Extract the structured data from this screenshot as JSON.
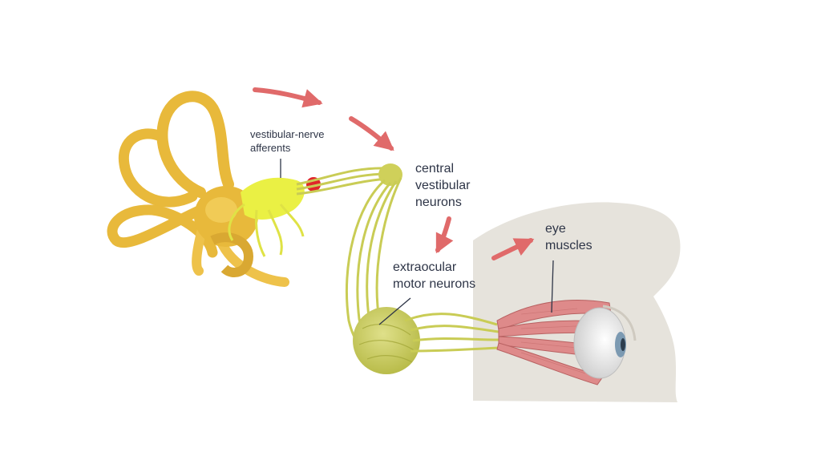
{
  "labels": {
    "vestibular_afferents": [
      "vestibular-nerve",
      "afferents"
    ],
    "central_neurons": [
      "central",
      "vestibular",
      "neurons"
    ],
    "motor_neurons": [
      "extraocular",
      "motor neurons"
    ],
    "eye_muscles": [
      "eye",
      "muscles"
    ]
  },
  "colors": {
    "labyrinth": "#e8b93b",
    "labyrinth_light": "#f2cf5e",
    "nerve": "#c9cc55",
    "nerve_dark": "#a4a83a",
    "ganglion_yellow": "#eaf044",
    "arrow": "#e06a6a",
    "synapse_dot": "#e0262a",
    "head": "#e6e3dc",
    "muscle": "#de8a8a",
    "eye_white": "#eeeeee",
    "iris": "#7c9ab2"
  }
}
